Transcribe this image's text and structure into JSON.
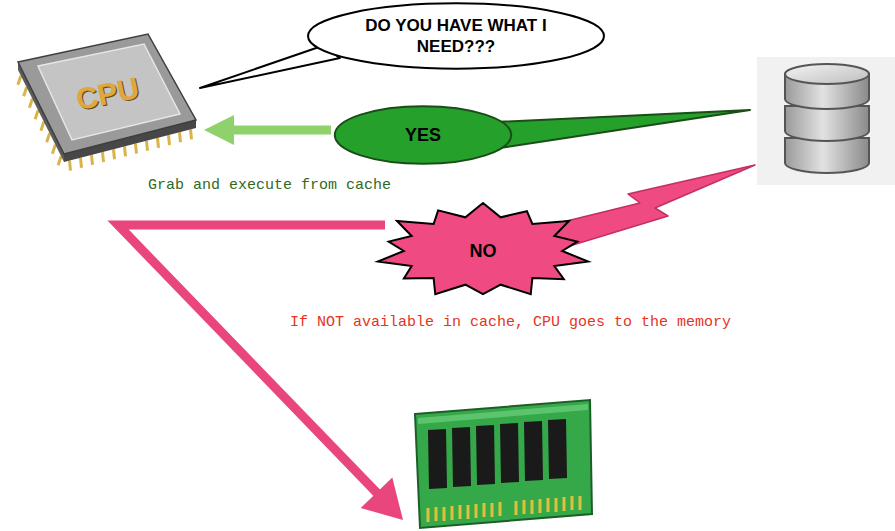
{
  "diagram": {
    "nodes": [
      {
        "text": [
          "CPU"
        ]
      },
      {
        "text": [
          "DO YOU HAVE WHAT I NEED???"
        ]
      },
      {
        "text": [
          "YES"
        ]
      },
      {
        "text": [
          "NO"
        ]
      }
    ],
    "edges": [
      {
        "from": 2,
        "to": 0,
        "arrow": "to"
      }
    ],
    "labels": [
      "Grab and execute from cache",
      "If NOT available in cache, CPU goes to the memory"
    ]
  }
}
